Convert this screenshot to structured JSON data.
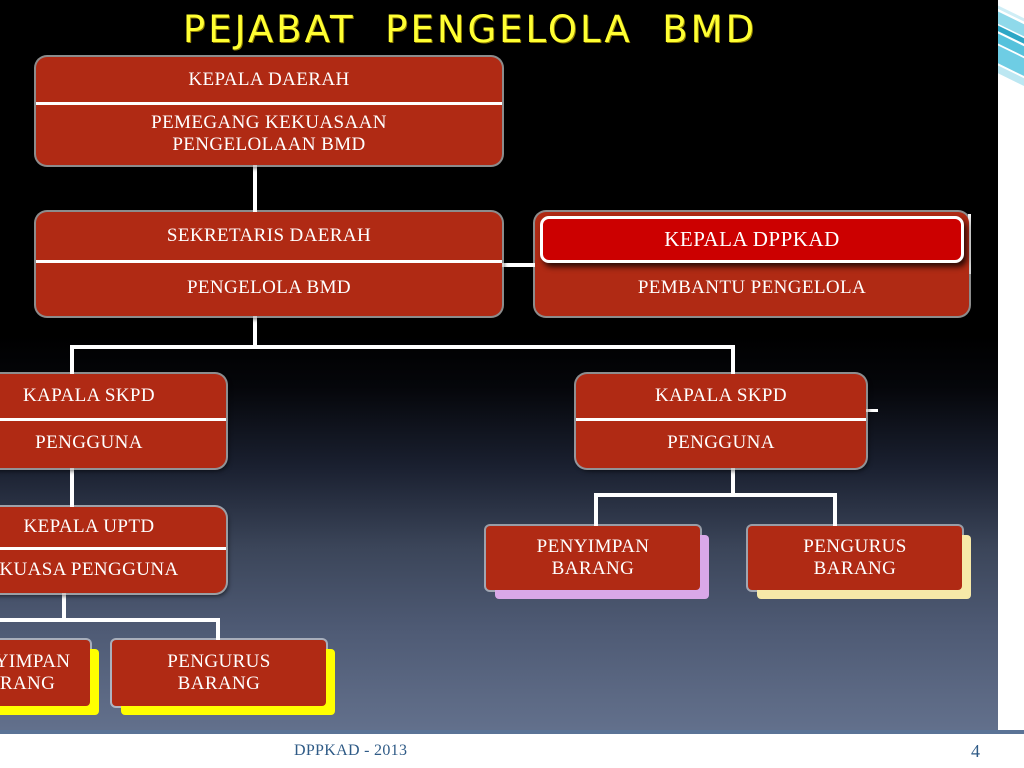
{
  "slide": {
    "title": "PEJABAT  PENGELOLA  BMD",
    "accent_color": "#ffff33",
    "box_color": "#b02a14",
    "highlight_color": "#cc0000",
    "background_top": "#000000",
    "background_bottom": "#62708c"
  },
  "chart_data": {
    "type": "diagram",
    "title": "PEJABAT  PENGELOLA  BMD",
    "nodes": [
      {
        "id": "kepala-daerah",
        "title": "KEPALA DAERAH",
        "subtitle": "PEMEGANG KEKUASAAN\nPENGELOLAAN BMD",
        "level": 1
      },
      {
        "id": "sekretaris-daerah",
        "title": "SEKRETARIS DAERAH",
        "subtitle": "PENGELOLA BMD",
        "level": 2
      },
      {
        "id": "kepala-dppkad",
        "title": "KEPALA DPPKAD",
        "subtitle": "PEMBANTU PENGELOLA",
        "level": 2,
        "highlighted": true
      },
      {
        "id": "kapala-skpd-left",
        "title": "KAPALA SKPD",
        "subtitle": "PENGGUNA",
        "level": 3
      },
      {
        "id": "kapala-skpd-right",
        "title": "KAPALA SKPD",
        "subtitle": "PENGGUNA",
        "level": 3
      },
      {
        "id": "kepala-uptd",
        "title": "KEPALA UPTD",
        "subtitle": "KUASA PENGGUNA",
        "level": 4
      },
      {
        "id": "penyimpan-barang-left",
        "title": "PENYIMPAN\nBARANG",
        "level": 5
      },
      {
        "id": "pengurus-barang-left",
        "title": "PENGURUS\nBARANG",
        "level": 5
      },
      {
        "id": "penyimpan-barang-right",
        "title": "PENYIMPAN\nBARANG",
        "level": 4
      },
      {
        "id": "pengurus-barang-right",
        "title": "PENGURUS\nBARANG",
        "level": 4
      }
    ],
    "edges": [
      {
        "from": "kepala-daerah",
        "to": "sekretaris-daerah"
      },
      {
        "from": "sekretaris-daerah",
        "to": "kepala-dppkad"
      },
      {
        "from": "sekretaris-daerah",
        "to": "kapala-skpd-left"
      },
      {
        "from": "sekretaris-daerah",
        "to": "kapala-skpd-right"
      },
      {
        "from": "kapala-skpd-left",
        "to": "kepala-uptd"
      },
      {
        "from": "kepala-uptd",
        "to": "penyimpan-barang-left"
      },
      {
        "from": "kepala-uptd",
        "to": "pengurus-barang-left"
      },
      {
        "from": "kapala-skpd-right",
        "to": "penyimpan-barang-right"
      },
      {
        "from": "kapala-skpd-right",
        "to": "pengurus-barang-right"
      }
    ]
  },
  "nodes": {
    "kepala_daerah": {
      "title": "KEPALA DAERAH",
      "subtitle": "PEMEGANG KEKUASAAN\nPENGELOLAAN BMD"
    },
    "sekretaris": {
      "title": "SEKRETARIS DAERAH",
      "subtitle": "PENGELOLA BMD"
    },
    "dppkad": {
      "title": "KEPALA DPPKAD",
      "subtitle": "PEMBANTU PENGELOLA"
    },
    "skpd_left": {
      "title": "KAPALA SKPD",
      "subtitle": "PENGGUNA"
    },
    "skpd_right": {
      "title": "KAPALA SKPD",
      "subtitle": "PENGGUNA"
    },
    "uptd": {
      "title": "KEPALA UPTD",
      "subtitle": "KUASA PENGGUNA"
    },
    "penyimpan_left": {
      "label": "PENYIMPAN\nBARANG"
    },
    "pengurus_left": {
      "label": "PENGURUS\nBARANG"
    },
    "penyimpan_right": {
      "label": "PENYIMPAN\nBARANG"
    },
    "pengurus_right": {
      "label": "PENGURUS\nBARANG"
    }
  },
  "footer": {
    "left": "DPPKAD - 2013",
    "page_number": "4"
  }
}
